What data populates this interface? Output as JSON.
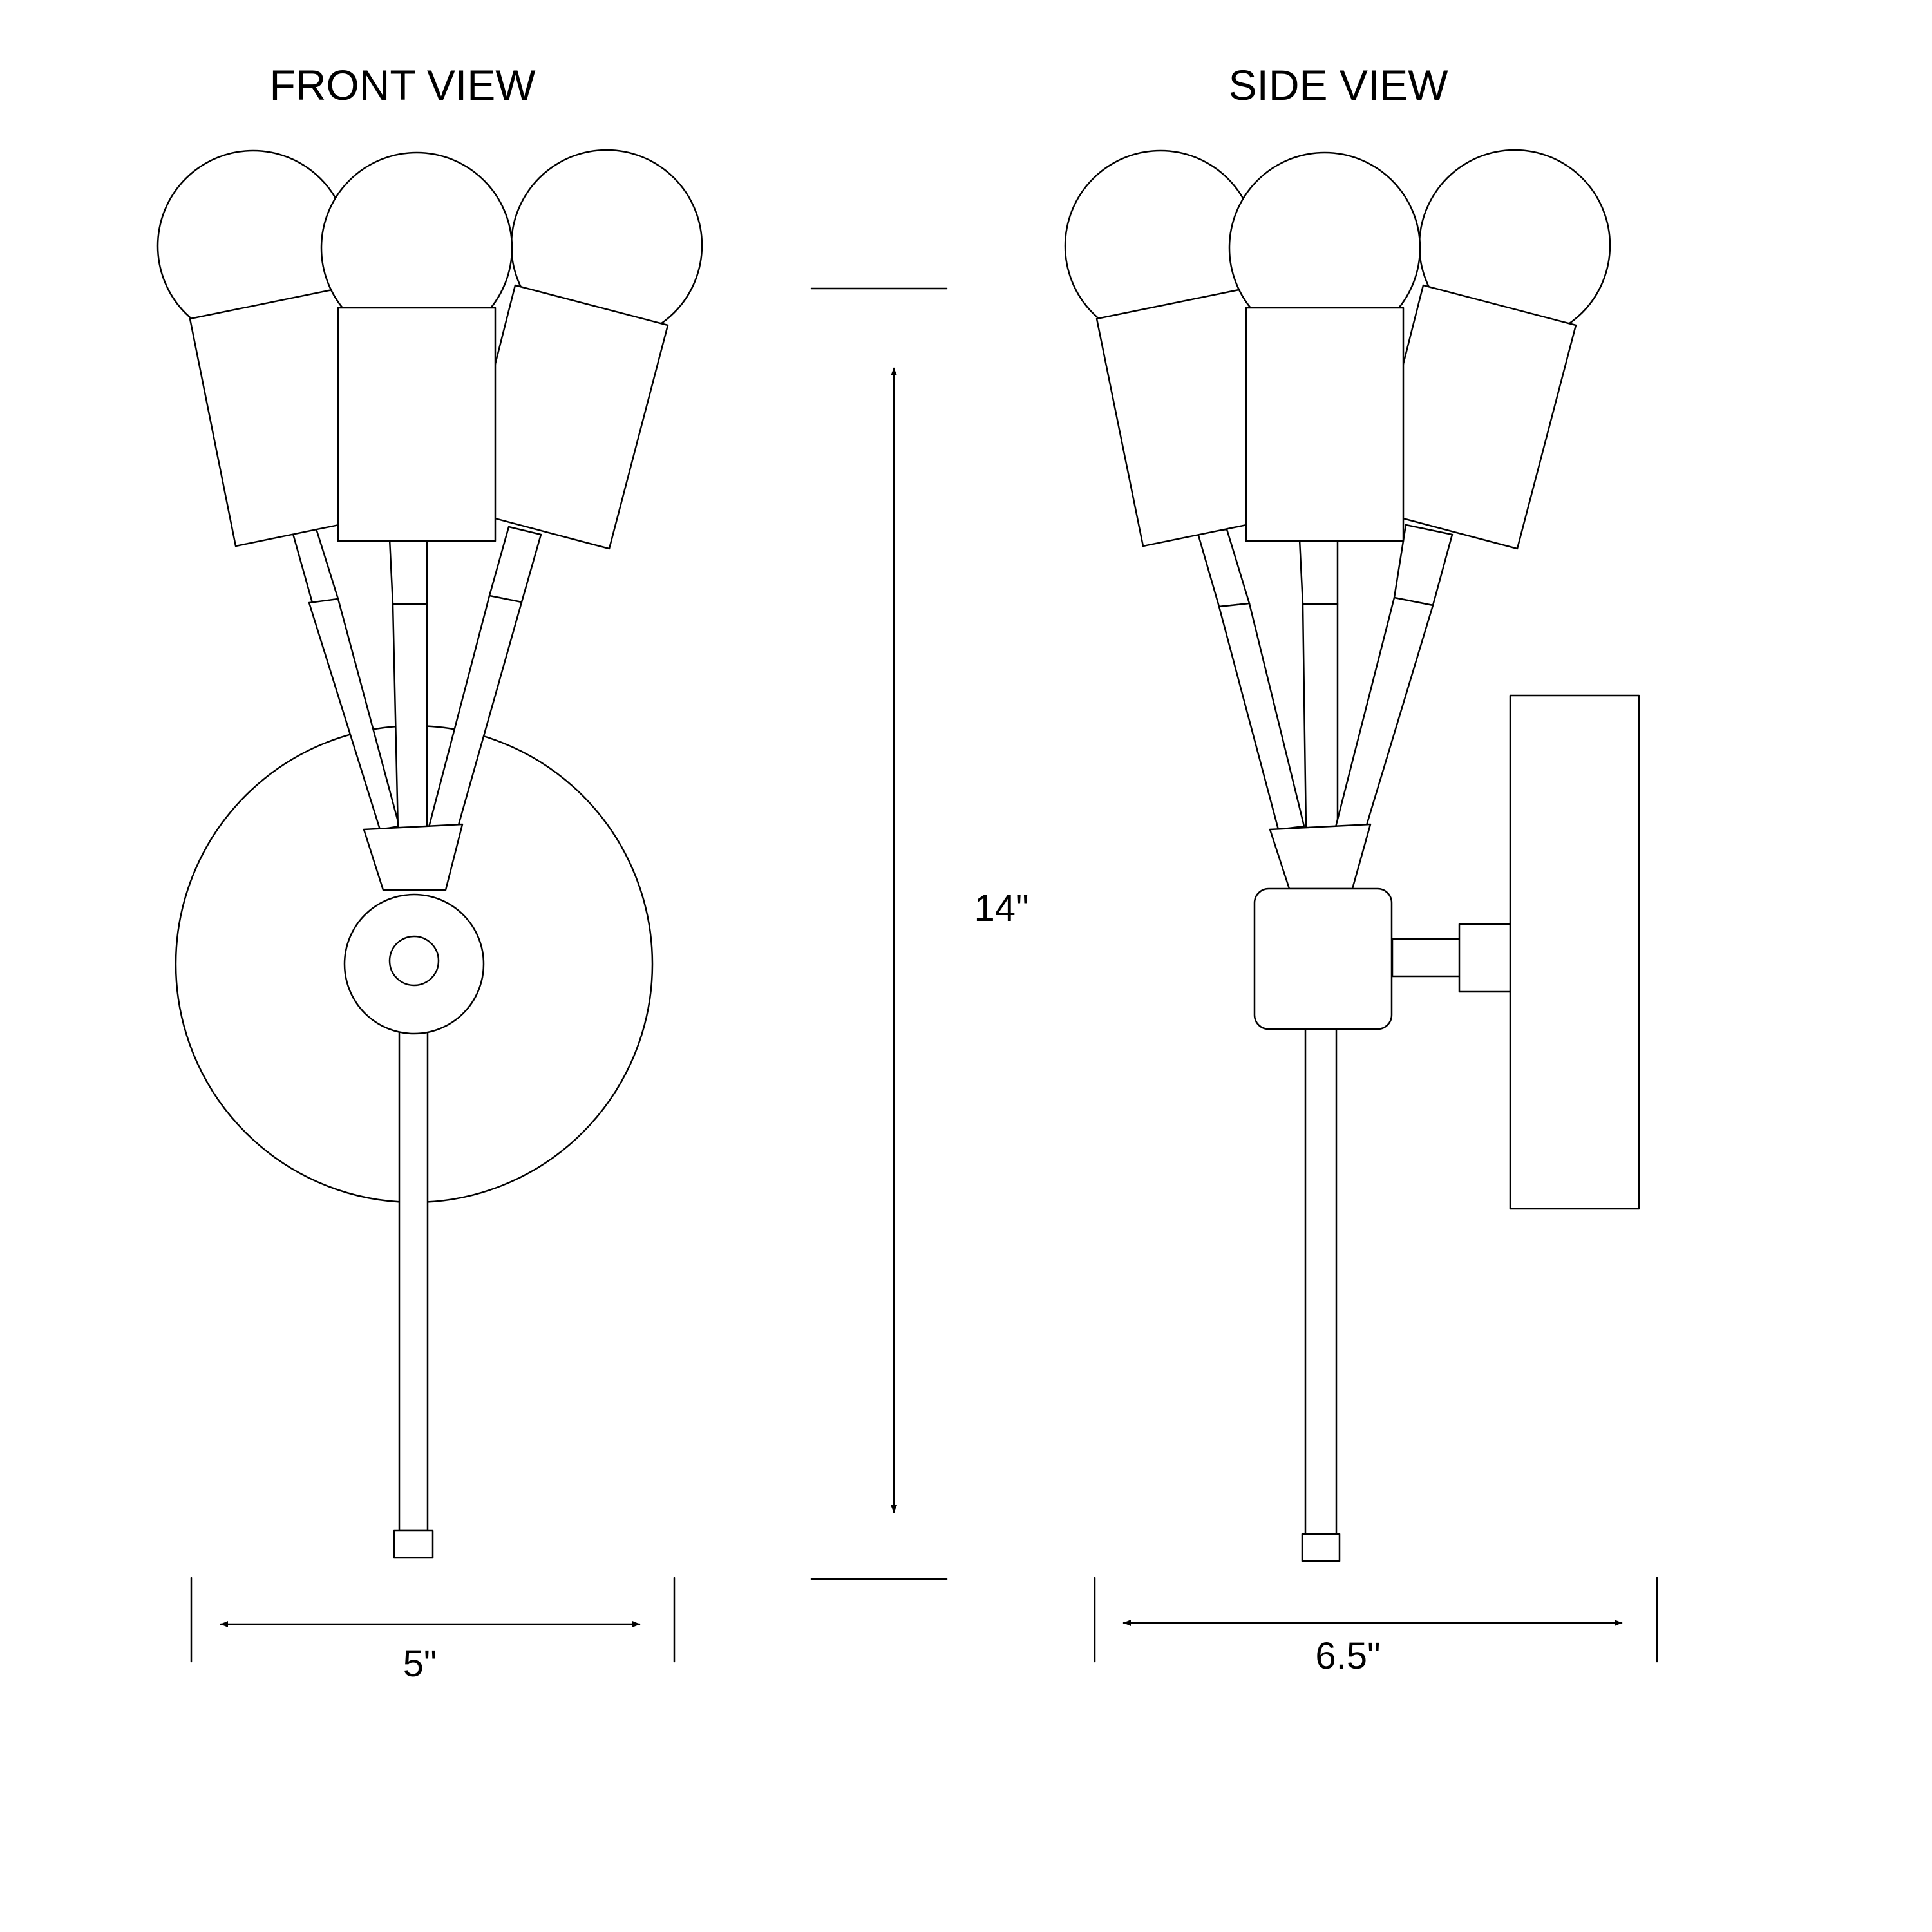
{
  "views": {
    "front": {
      "title": "FRONT VIEW",
      "width_label": "5\""
    },
    "side": {
      "title": "SIDE VIEW",
      "width_label": "6.5\""
    }
  },
  "height_label": "14\"",
  "colors": {
    "line": "#000000",
    "background": "#ffffff"
  }
}
